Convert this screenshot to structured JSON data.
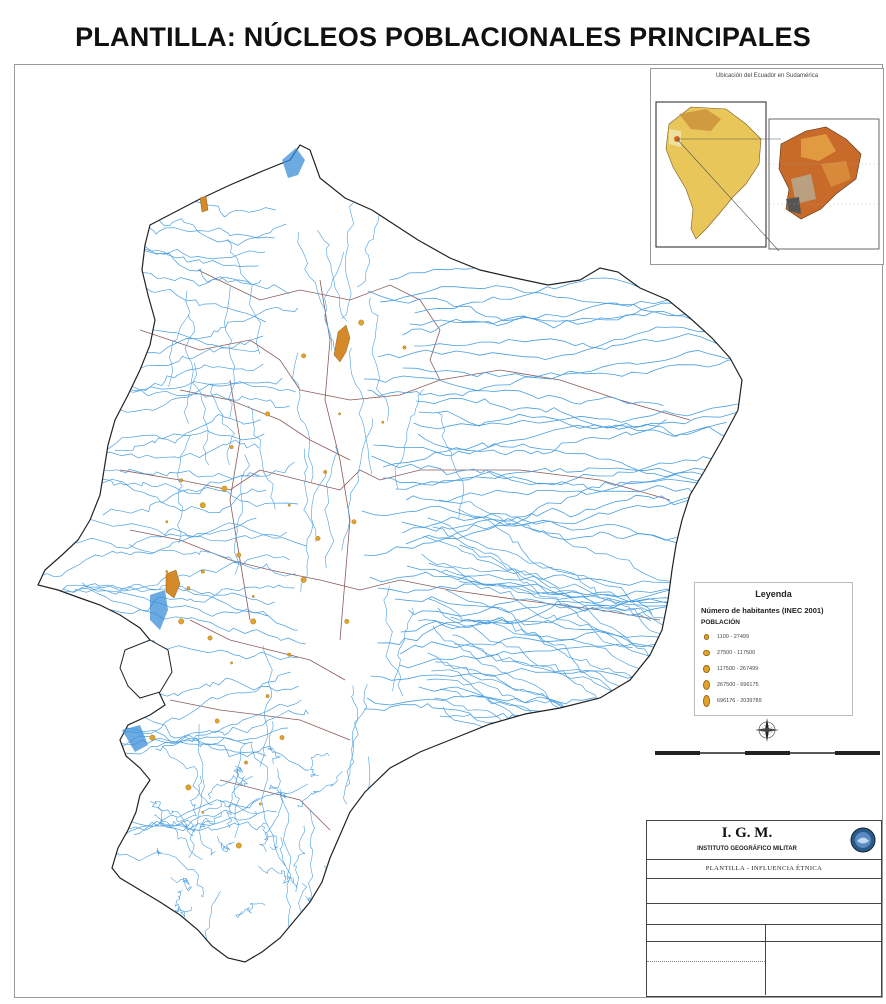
{
  "title": "PLANTILLA: NÚCLEOS POBLACIONALES PRINCIPALES",
  "inset": {
    "title": "Ubicación del Ecuador en Sudamérica"
  },
  "legend": {
    "title": "Leyenda",
    "subtitle": "Número de habitantes (INEC 2001)",
    "header": "POBLACIÓN",
    "classes": [
      {
        "label": "1100 - 27499",
        "size": 2
      },
      {
        "label": "27500 - 117500",
        "size": 3
      },
      {
        "label": "117500 - 267499",
        "size": 4
      },
      {
        "label": "267500 - 696175",
        "size": 5
      },
      {
        "label": "696176 - 2039789",
        "size": 6
      }
    ]
  },
  "titleblock": {
    "org_short": "I. G. M.",
    "org_full": "INSTITUTO GEOGRÁFICO MILITAR",
    "sheet": "PLANTILLA - INFLUENCIA ÉTNICA"
  },
  "colors": {
    "river": "#4a9fe0",
    "boundary": "#8b5a5a",
    "point": "#e2a32a",
    "point_stroke": "#9b6a16",
    "urban": "#d58a2a",
    "water": "#3b8fd8"
  },
  "points": [
    [
      0.49,
      0.34
    ],
    [
      0.28,
      0.37
    ],
    [
      0.33,
      0.33
    ],
    [
      0.24,
      0.44
    ],
    [
      0.19,
      0.46
    ],
    [
      0.22,
      0.54
    ],
    [
      0.29,
      0.5
    ],
    [
      0.38,
      0.53
    ],
    [
      0.36,
      0.44
    ],
    [
      0.41,
      0.4
    ],
    [
      0.45,
      0.46
    ],
    [
      0.31,
      0.58
    ],
    [
      0.28,
      0.63
    ],
    [
      0.33,
      0.67
    ],
    [
      0.26,
      0.7
    ],
    [
      0.22,
      0.78
    ],
    [
      0.32,
      0.8
    ],
    [
      0.3,
      0.75
    ],
    [
      0.25,
      0.6
    ],
    [
      0.21,
      0.58
    ],
    [
      0.43,
      0.33
    ],
    [
      0.52,
      0.25
    ],
    [
      0.38,
      0.26
    ],
    [
      0.46,
      0.22
    ],
    [
      0.31,
      0.55
    ],
    [
      0.24,
      0.52
    ],
    [
      0.4,
      0.48
    ],
    [
      0.27,
      0.42
    ],
    [
      0.19,
      0.52
    ],
    [
      0.21,
      0.41
    ],
    [
      0.35,
      0.72
    ],
    [
      0.29,
      0.85
    ],
    [
      0.24,
      0.81
    ],
    [
      0.36,
      0.62
    ],
    [
      0.44,
      0.58
    ],
    [
      0.17,
      0.72
    ]
  ]
}
